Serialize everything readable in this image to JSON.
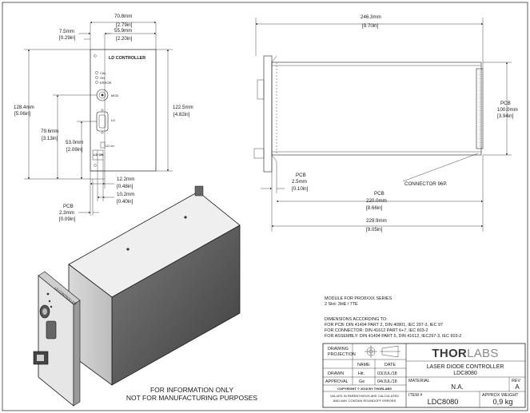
{
  "front_view": {
    "dims": {
      "width_mm": "70.8mm",
      "width_in": "[2.79in]",
      "inner_mm": "55.9mm",
      "inner_in": "[2.20in]",
      "left_mm": "7.5mm",
      "left_in": "[0.29in]",
      "h_total_mm": "128.4mm",
      "h_total_in": "[5.06in]",
      "h_panel_mm": "122.5mm",
      "h_panel_in": "[4.82in]",
      "h_79_mm": "79.6mm",
      "h_79_in": "[3.13in]",
      "h_53_mm": "53.0mm",
      "h_53_in": "[2.09in]",
      "w_122_mm": "12.2mm",
      "w_122_in": "[0.48in]",
      "w_102_mm": "10.2mm",
      "w_102_in": "[0.40in]",
      "pcb_label": "PCB",
      "pcb_mm": "2.3mm",
      "pcb_in": "[0.09in]"
    },
    "panel": {
      "title": "LD CONTROLLER",
      "led1": "CAL",
      "led2": "ON",
      "led3": "ERROR",
      "bnc_label": "MOD",
      "dsub_label": "LD",
      "ld_on_label": "LD on",
      "button_label": "LD ON"
    }
  },
  "side_view": {
    "dims": {
      "length_mm": "246.3mm",
      "length_in": "[9.70in]",
      "pcb_h_label": "PCB",
      "pcb_h_mm": "100.0mm",
      "pcb_h_in": "[3.94in]",
      "pcb_t_label": "PCB",
      "pcb_t_mm": "2.5mm",
      "pcb_t_in": "[0.10in]",
      "pcb_l_label": "PCB",
      "pcb_l_mm": "220.0mm",
      "pcb_l_in": "[8.66in]",
      "total_mm": "229.9mm",
      "total_in": "[9.05in]"
    },
    "connector_label": "CONNECTOR 96P."
  },
  "notes": {
    "module_line1": "MODULE FOR PRO8XXX SERIES",
    "module_line2": "2 Slot: 3HE / 7TE",
    "dims_title": "DIMENSIONS ACCORDING TO:",
    "dims_pcb": "FOR PCB:  DIN 41494 PART 2, DIN 40801, IEC 297-3, IEC 97",
    "dims_connector": "FOR CONNECTOR:  DIN 41612 PART 6+7, IEC 603-2",
    "dims_assembly": "FOR ASSEMBLY:  DIN 41494 PART 5, DIN 41612, IEC297-3, IEC 603-2",
    "disclaimer1": "FOR INFORMATION ONLY",
    "disclaimer2": "NOT FOR MANUFACTURING PURPOSES"
  },
  "title_block": {
    "drawing_projection": "DRAWING\nPROJECTION",
    "col_name": "NAME",
    "col_date": "DATE",
    "drawn_label": "DRAWN",
    "drawn_name": "Hit.",
    "drawn_date": "03/JUL/18",
    "approval_label": "APPROVAL",
    "approval_name": "Ge",
    "approval_date": "04/JUL/18",
    "copyright": "COPYRIGHT © 2018 BY THORLABS",
    "values_note1": "VALUES IN PARENTHESIS ARE CALCULATED",
    "values_note2": "AND MAY CONTAIN ROUNDOFF ERRORS",
    "brand_bold": "THOR",
    "brand_light": "LABS",
    "description1": "LASER DIODE CONTROLLER",
    "description2": "LDC8080",
    "material_label": "MATERIAL",
    "material_value": "N.A.",
    "rev_label": "REV",
    "rev_value": "A",
    "item_label": "ITEM #",
    "item_value": "LDC8080",
    "weight_label": "APPROX WEIGHT",
    "weight_value": "0,9 kg"
  }
}
